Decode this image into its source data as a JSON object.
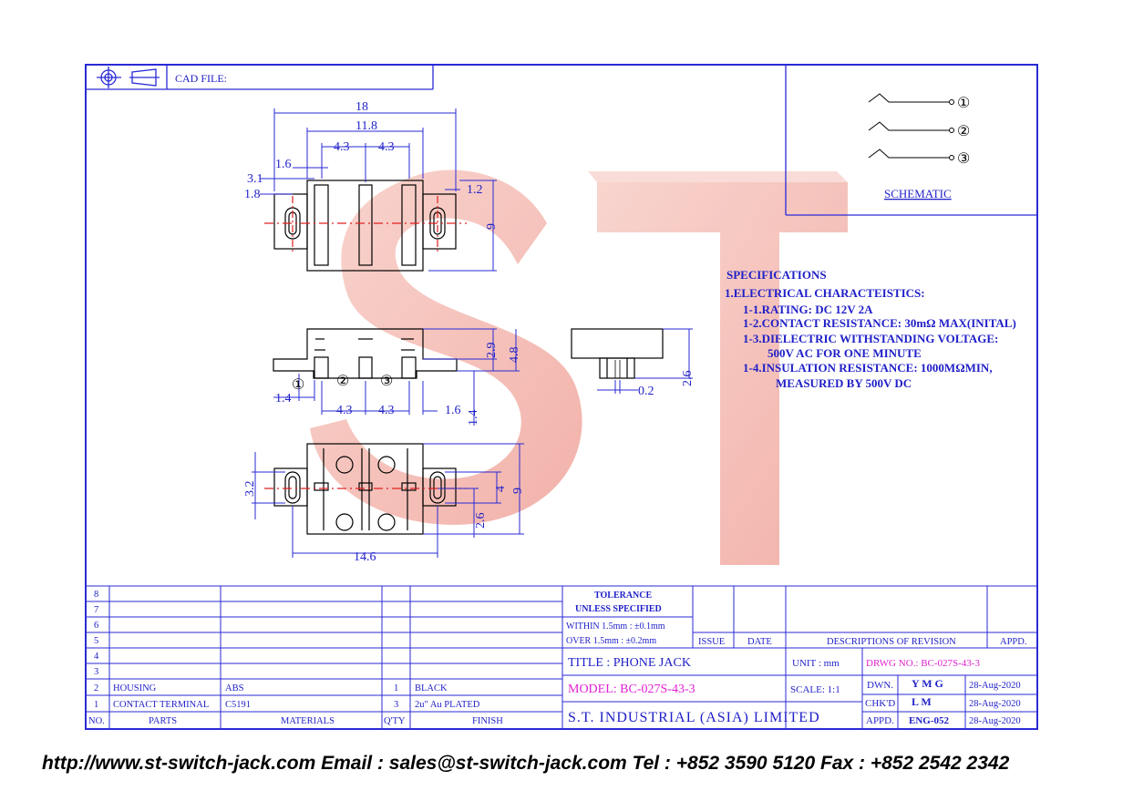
{
  "cad_file_label": "CAD FILE:",
  "schematic": {
    "title": "SCHEMATIC",
    "pins": [
      "①",
      "②",
      "③"
    ]
  },
  "watermark": "ST",
  "dims": {
    "top": {
      "w18": "18",
      "w11_8": "11.8",
      "a4_3": "4.3",
      "b4_3": "4.3",
      "d1_6": "1.6",
      "d3_1": "3.1",
      "d1_8": "1.8",
      "d1_2": "1.2",
      "h9": "9"
    },
    "mid": {
      "h2_9": "2.9",
      "h4_8": "4.8",
      "d1_4a": "1.4",
      "a4_3": "4.3",
      "b4_3": "4.3",
      "d1_6": "1.6",
      "d1_4b": "1.4",
      "p1": "①",
      "p2": "②",
      "p3": "③"
    },
    "side": {
      "h2_6": "2.6",
      "d0_2": "0.2"
    },
    "bottom": {
      "h3_2": "3.2",
      "h4": "4",
      "h9": "9",
      "h2_6": "2.6",
      "w14_6": "14.6"
    }
  },
  "specs": {
    "heading": "SPECIFICATIONS",
    "section": "1.ELECTRICAL CHARACTEISTICS:",
    "lines": [
      "1-1.RATING: DC 12V 2A",
      "1-2.CONTACT RESISTANCE: 30mΩ MAX(INITAL)",
      "1-3.DIELECTRIC WITHSTANDING VOLTAGE:",
      "500V AC FOR ONE MINUTE",
      "1-4.INSULATION RESISTANCE: 1000MΩMIN,",
      "MEASURED BY 500V DC"
    ]
  },
  "bom": {
    "headers": {
      "no": "NO.",
      "parts": "PARTS",
      "materials": "MATERIALS",
      "qty": "Q'TY",
      "finish": "FINISH"
    },
    "rows": [
      {
        "no": "8",
        "parts": "",
        "materials": "",
        "qty": "",
        "finish": ""
      },
      {
        "no": "7",
        "parts": "",
        "materials": "",
        "qty": "",
        "finish": ""
      },
      {
        "no": "6",
        "parts": "",
        "materials": "",
        "qty": "",
        "finish": ""
      },
      {
        "no": "5",
        "parts": "",
        "materials": "",
        "qty": "",
        "finish": ""
      },
      {
        "no": "4",
        "parts": "",
        "materials": "",
        "qty": "",
        "finish": ""
      },
      {
        "no": "3",
        "parts": "",
        "materials": "",
        "qty": "",
        "finish": ""
      },
      {
        "no": "2",
        "parts": "HOUSING",
        "materials": "ABS",
        "qty": "1",
        "finish": "BLACK"
      },
      {
        "no": "1",
        "parts": "CONTACT TERMINAL",
        "materials": "C5191",
        "qty": "3",
        "finish": "2u\" Au PLATED"
      }
    ]
  },
  "tolerance": {
    "line1": "TOLERANCE",
    "line2": "UNLESS SPECIFIED",
    "within": "WITHIN 1.5mm : ±0.1mm",
    "over": "OVER   1.5mm : ±0.2mm"
  },
  "revision": {
    "issue": "ISSUE",
    "date": "DATE",
    "desc": "DESCRIPTIONS OF REVISION",
    "appd": "APPD."
  },
  "title_block": {
    "title": "TITLE : PHONE JACK",
    "unit": "UNIT :  mm",
    "drwg": "DRWG NO.: BC-027S-43-3",
    "model": "MODEL: BC-027S-43-3",
    "scale": "SCALE:  1:1",
    "dwn_label": "DWN.",
    "dwn": "Y M G",
    "dwn_date": "28-Aug-2020",
    "chkd_label": "CHK'D",
    "chkd": "L M",
    "chkd_date": "28-Aug-2020",
    "appd_label": "APPD.",
    "appd": "ENG-052",
    "appd_date": "28-Aug-2020",
    "company": "S.T. INDUSTRIAL (ASIA) LIMITED"
  },
  "footer": "http://www.st-switch-jack.com  Email : sales@st-switch-jack.com  Tel : +852 3590 5120  Fax : +852 2542 2342",
  "colors": {
    "frame": "#2a2ad6",
    "magenta": "#e020d0",
    "watermark": "#f2a8a0",
    "centerline": "#e02020"
  }
}
